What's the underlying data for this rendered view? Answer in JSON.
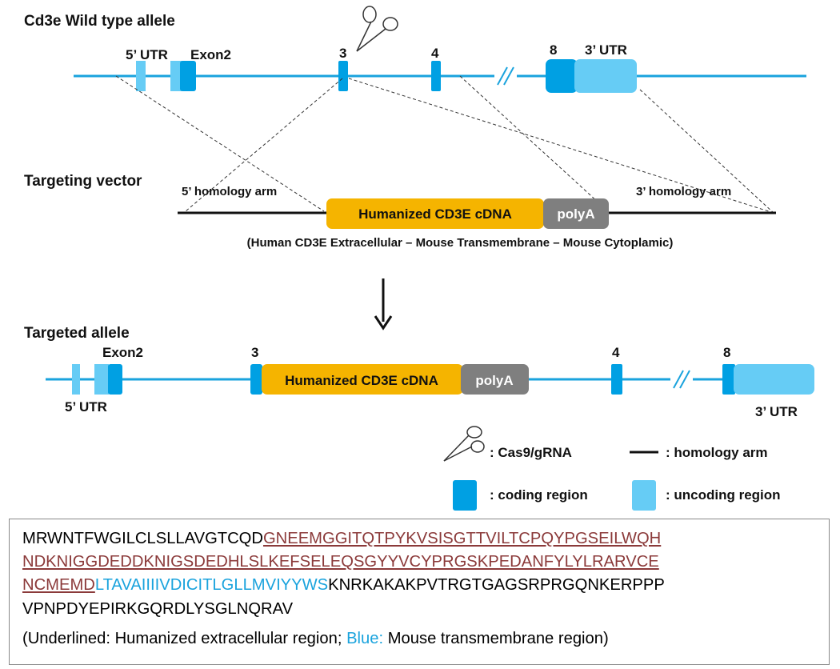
{
  "colors": {
    "backbone": "#1aa3dd",
    "coding": "#00a0e3",
    "uncoding": "#66ccf5",
    "cdna": "#f5b400",
    "polyA": "#7f7f7f",
    "homology_arm": "#111111",
    "humanized_text": "#8b3a3a",
    "transmembrane_text": "#1aa3dd"
  },
  "wild_type": {
    "title": "Cd3e Wild type allele",
    "utr5_label": "5’ UTR",
    "exon2_label": "Exon2",
    "exon3_label": "3",
    "exon4_label": "4",
    "exon8_label": "8",
    "utr3_label": "3’ UTR"
  },
  "vector": {
    "title": "Targeting vector",
    "arm5_label": "5’ homology arm",
    "arm3_label": "3’ homology arm",
    "cdna_label": "Humanized CD3E cDNA",
    "polya_label": "polyA",
    "caption": "(Human CD3E Extracellular – Mouse Transmembrane – Mouse Cytoplamic)"
  },
  "targeted": {
    "title": "Targeted allele",
    "exon2_label": "Exon2",
    "utr5_label": "5’ UTR",
    "exon3_label": "3",
    "cdna_label": "Humanized CD3E cDNA",
    "polya_label": "polyA",
    "exon4_label": "4",
    "exon8_label": "8",
    "utr3_label": "3’ UTR"
  },
  "legend": {
    "cas9": ": Cas9/gRNA",
    "homology": ": homology arm",
    "coding": ": coding region",
    "uncoding": ": uncoding region"
  },
  "sequence": {
    "line1_plain": "MRWNTFWGILCLSLLAVGTCQD",
    "line1_hum": "GNEEMGGITQTPYKVSISGTTVILTCPQYPGSEILWQH",
    "line2_hum": "NDKNIGGDEDDKNIGSDEDHLSLKEFSELEQSGYYVCYPRGSKPEDANFYLYLRARVCE",
    "line3_hum": "NCMEMD",
    "line3_tm": "LTAVAIIIIVDICITLGLLMVIYYWS",
    "line3_plain": "KNRKAKAKPVTRGTGAGSRPRGQNKERPPP",
    "line4_plain": "VPNPDYEPIRKGQRDLYSGLNQRAV",
    "note_prefix": "(Underlined: Humanized extracellular region; ",
    "note_blue": "Blue:",
    "note_suffix": " Mouse transmembrane region)"
  }
}
